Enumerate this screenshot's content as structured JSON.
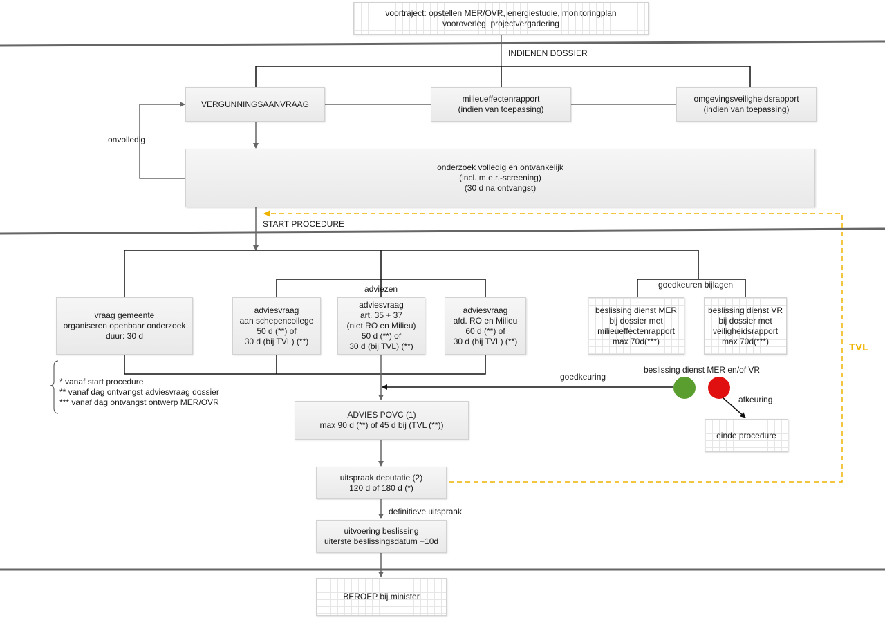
{
  "boxes": {
    "voortraject": [
      "voortraject: opstellen MER/OVR, energiestudie, monitoringplan",
      "vooroverleg, projectvergadering"
    ],
    "vergunning": [
      "VERGUNNINGSAANVRAAG"
    ],
    "mer": [
      "milieueffectenrapport",
      "(indien van toepassing)"
    ],
    "ovr": [
      "omgevingsveiligheidsrapport",
      "(indien van toepassing)"
    ],
    "onderzoek": [
      "onderzoek volledig en ontvankelijk",
      "(incl. m.e.r.-screening)",
      "(30 d na ontvangst)"
    ],
    "gemeente": [
      "vraag gemeente",
      "organiseren openbaar onderzoek",
      "duur: 30 d"
    ],
    "schepen": [
      "adviesvraag",
      "aan schepencollege",
      "50 d (**) of",
      "30 d (bij TVL) (**)"
    ],
    "art35": [
      "adviesvraag",
      "art. 35 + 37",
      "(niet RO en Milieu)",
      "50 d (**) of",
      "30 d (bij TVL) (**)"
    ],
    "afdro": [
      "adviesvraag",
      "afd. RO en Milieu",
      "60 d (**) of",
      "30 d (bij TVL) (**)"
    ],
    "dienstmer": [
      "beslissing dienst MER",
      "bij dossier met",
      "milieueffectenrapport",
      "max 70d(***)"
    ],
    "dienstvr": [
      "beslissing dienst VR",
      "bij dossier met",
      "veiligheidsrapport",
      "max 70d(***)"
    ],
    "advies": [
      "ADVIES POVC (1)",
      "max 90 d (**) of 45 d bij (TVL (**))"
    ],
    "einde": [
      "einde procedure"
    ],
    "uitspraak": [
      "uitspraak deputatie (2)",
      "120 d of 180 d (*)"
    ],
    "uitvoering": [
      "uitvoering beslissing",
      "uiterste beslissingsdatum +10d"
    ],
    "beroep": [
      "BEROEP bij minister"
    ]
  },
  "labels": {
    "indienen": "INDIENEN DOSSIER",
    "onvolledig": "onvolledig",
    "start": "START PROCEDURE",
    "adviezen": "adviezen",
    "goedkeuren": "goedkeuren bijlagen",
    "goedkeuring": "goedkeuring",
    "beslissing": "beslissing dienst MER en/of VR",
    "afkeuring": "afkeuring",
    "definitief": "definitieve uitspraak",
    "tvl": "TVL"
  },
  "legend": [
    "*   vanaf start procedure",
    "** vanaf dag ontvangst adviesvraag dossier",
    "*** vanaf dag ontvangst ontwerp MER/OVR"
  ],
  "colors": {
    "approve": "#5a9e2f",
    "reject": "#e01010",
    "tvl": "#f0b400"
  }
}
